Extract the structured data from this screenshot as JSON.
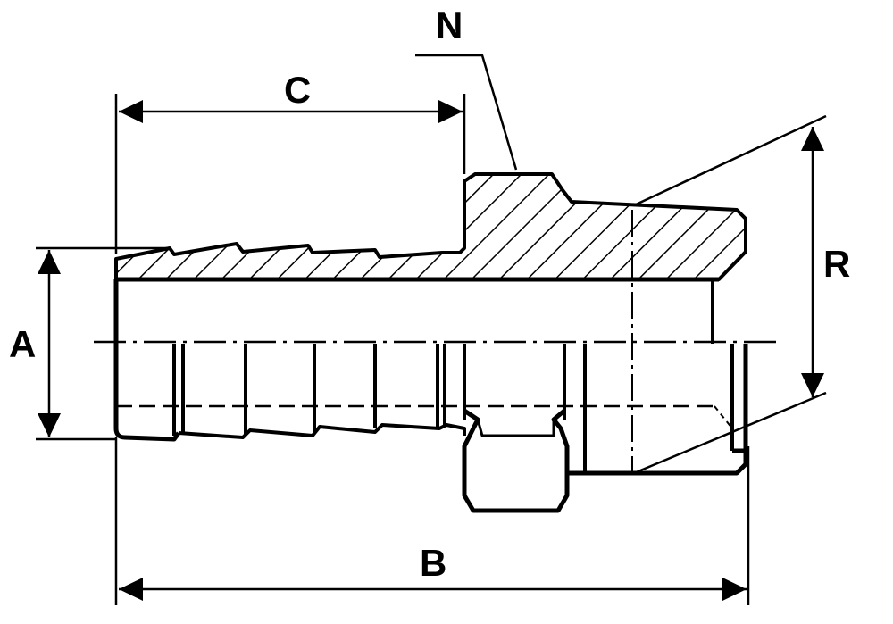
{
  "diagram": {
    "labels": {
      "n": "N",
      "c": "C",
      "r": "R",
      "a": "A",
      "b": "B"
    },
    "colors": {
      "ink": "#000000",
      "background": "#ffffff"
    }
  }
}
